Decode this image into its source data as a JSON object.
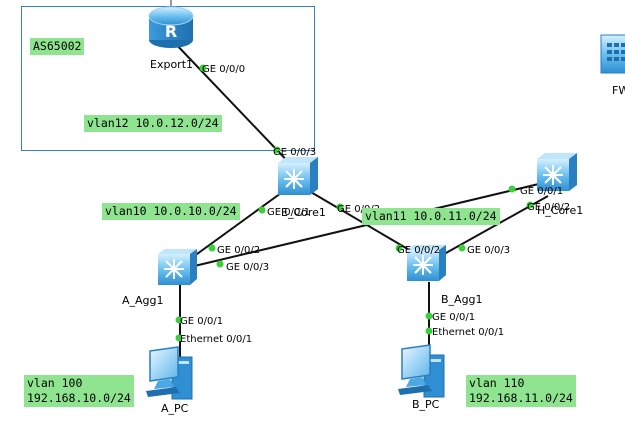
{
  "area": {
    "as_label": "AS65002"
  },
  "devices": {
    "export1": "Export1",
    "core_e": "E_Core1",
    "core_h": "H_Core1",
    "agg_a": "A_Agg1",
    "agg_b": "B_Agg1",
    "pc_a": "A_PC",
    "pc_b": "B_PC",
    "fw": "FW"
  },
  "ports": {
    "export_ge000": "GE 0/0/0",
    "ecore_ge003": "GE 0/0/3",
    "ecore_ge001": "GE 0/0/1",
    "ecore_ge002": "GE 0/0/2",
    "hcore_ge001": "GE 0/0/1",
    "hcore_ge002": "GE 0/0/2",
    "aagg_ge002": "GE 0/0/2",
    "aagg_ge003": "GE 0/0/3",
    "aagg_ge001": "GE 0/0/1",
    "bagg_ge002": "GE 0/0/2",
    "bagg_ge003": "GE 0/0/3",
    "bagg_ge001": "GE 0/0/1",
    "apc_eth": "Ethernet 0/0/1",
    "bpc_eth": "Ethernet 0/0/1"
  },
  "notes": {
    "vlan12": "vlan12 10.0.12.0/24",
    "vlan10": "vlan10 10.0.10.0/24",
    "vlan11": "vlan11 10.0.11.0/24",
    "vlan100_line1": "vlan 100",
    "vlan100_line2": "192.168.10.0/24",
    "vlan110_line1": "vlan 110",
    "vlan110_line2": "192.168.11.0/24"
  },
  "colors": {
    "note_bg": "#8fe58f",
    "port_dot": "#3ccf3c",
    "area_border": "#3a7fc0",
    "device_blue": "#4aa8e6"
  },
  "icons": [
    "router-icon",
    "core-switch-icon",
    "agg-switch-icon",
    "pc-icon",
    "firewall-icon"
  ]
}
